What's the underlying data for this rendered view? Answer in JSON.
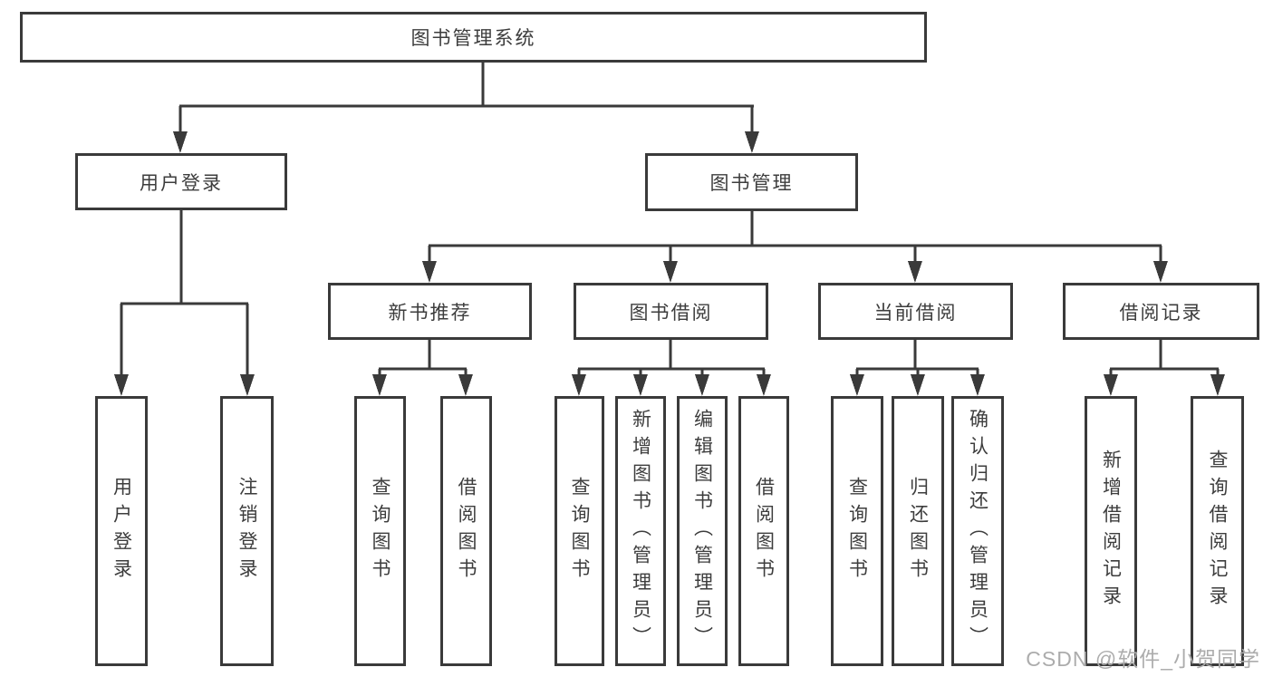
{
  "title": "图书管理系统",
  "tree": {
    "root": {
      "label": "图书管理系统",
      "children": [
        {
          "label": "用户登录",
          "children": [
            {
              "label": "用户登录"
            },
            {
              "label": "注销登录"
            }
          ]
        },
        {
          "label": "图书管理",
          "children": [
            {
              "label": "新书推荐",
              "children": [
                {
                  "label": "查询图书"
                },
                {
                  "label": "借阅图书"
                }
              ]
            },
            {
              "label": "图书借阅",
              "children": [
                {
                  "label": "查询图书"
                },
                {
                  "label": "新增图书（管理员）"
                },
                {
                  "label": "编辑图书（管理员）"
                },
                {
                  "label": "借阅图书"
                }
              ]
            },
            {
              "label": "当前借阅",
              "children": [
                {
                  "label": "查询图书"
                },
                {
                  "label": "归还图书"
                },
                {
                  "label": "确认归还（管理员）"
                }
              ]
            },
            {
              "label": "借阅记录",
              "children": [
                {
                  "label": "新增借阅记录"
                },
                {
                  "label": "查询借阅记录"
                }
              ]
            }
          ]
        }
      ]
    }
  },
  "watermark": {
    "text": "CSDN @软件_小贺同学"
  },
  "colors": {
    "line": "#3a3a3a",
    "text": "#3d3d3d",
    "background": "#ffffff",
    "watermark": "#acacac"
  }
}
